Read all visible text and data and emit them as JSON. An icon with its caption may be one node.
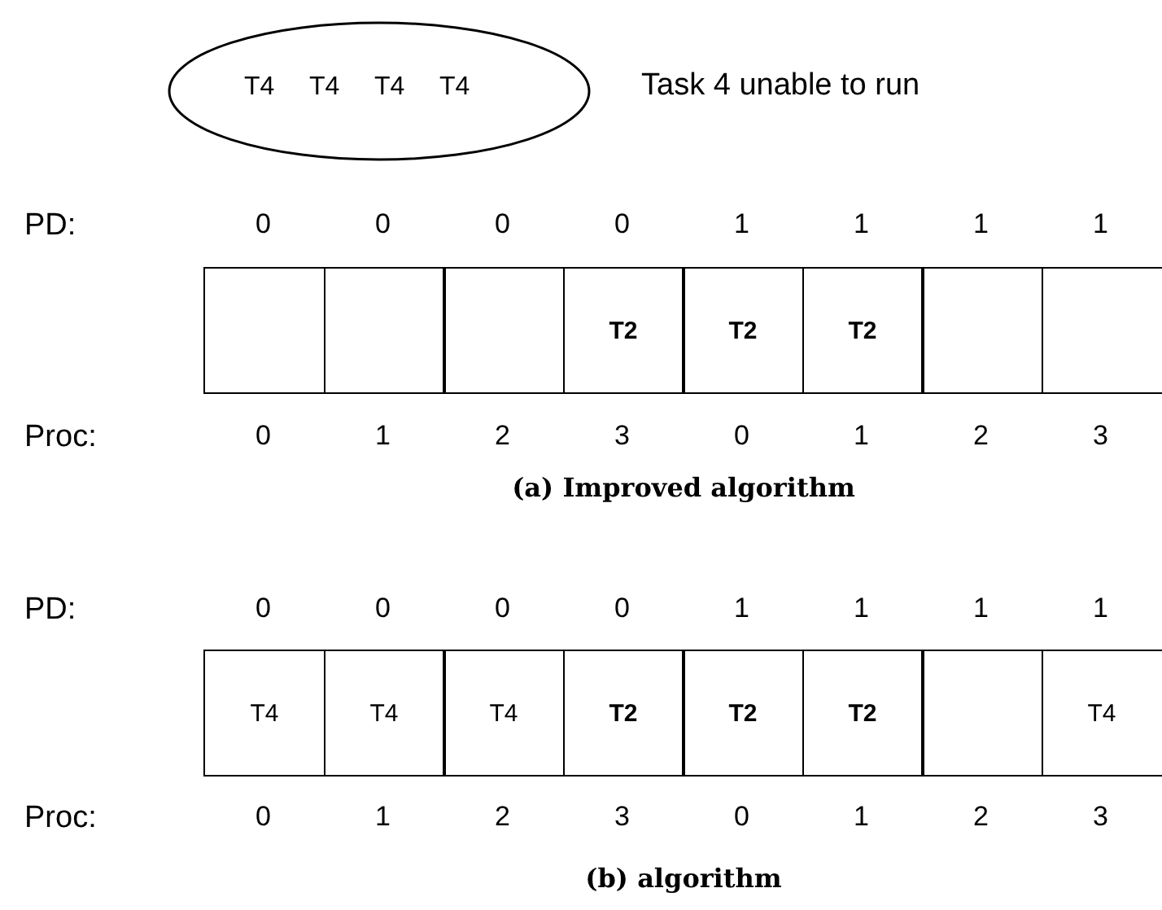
{
  "diagram": {
    "nodes": [
      {
        "text": [
          "T4",
          "T4",
          "T4",
          "T4"
        ],
        "beside": [
          "Task 4 unable to run"
        ]
      },
      {
        "text": [],
        "shape": "box"
      },
      {
        "text": [],
        "shape": "box"
      },
      {
        "text": [],
        "shape": "box"
      },
      {
        "text": [
          "T2"
        ]
      },
      {
        "text": [
          "T2"
        ]
      },
      {
        "text": [
          "T2"
        ]
      },
      {
        "text": [],
        "shape": "box"
      },
      {
        "text": [],
        "shape": "box"
      },
      {
        "text": [
          "T4"
        ]
      },
      {
        "text": [
          "T4"
        ]
      },
      {
        "text": [
          "T4"
        ]
      },
      {
        "text": [
          "T2"
        ]
      },
      {
        "text": [
          "T2"
        ]
      },
      {
        "text": [
          "T2"
        ]
      },
      {
        "text": [],
        "shape": "box"
      },
      {
        "text": [
          "T4"
        ]
      }
    ],
    "edges": [],
    "labels": [
      "PD:",
      "0",
      "0",
      "0",
      "0",
      "1",
      "1",
      "1",
      "1",
      "Proc:",
      "0",
      "1",
      "2",
      "3",
      "0",
      "1",
      "2",
      "3",
      "(a) Improved algorithm",
      "PD:",
      "0",
      "0",
      "0",
      "0",
      "1",
      "1",
      "1",
      "1",
      "Proc:",
      "0",
      "1",
      "2",
      "3",
      "0",
      "1",
      "2",
      "3",
      "(b) algorithm"
    ]
  }
}
